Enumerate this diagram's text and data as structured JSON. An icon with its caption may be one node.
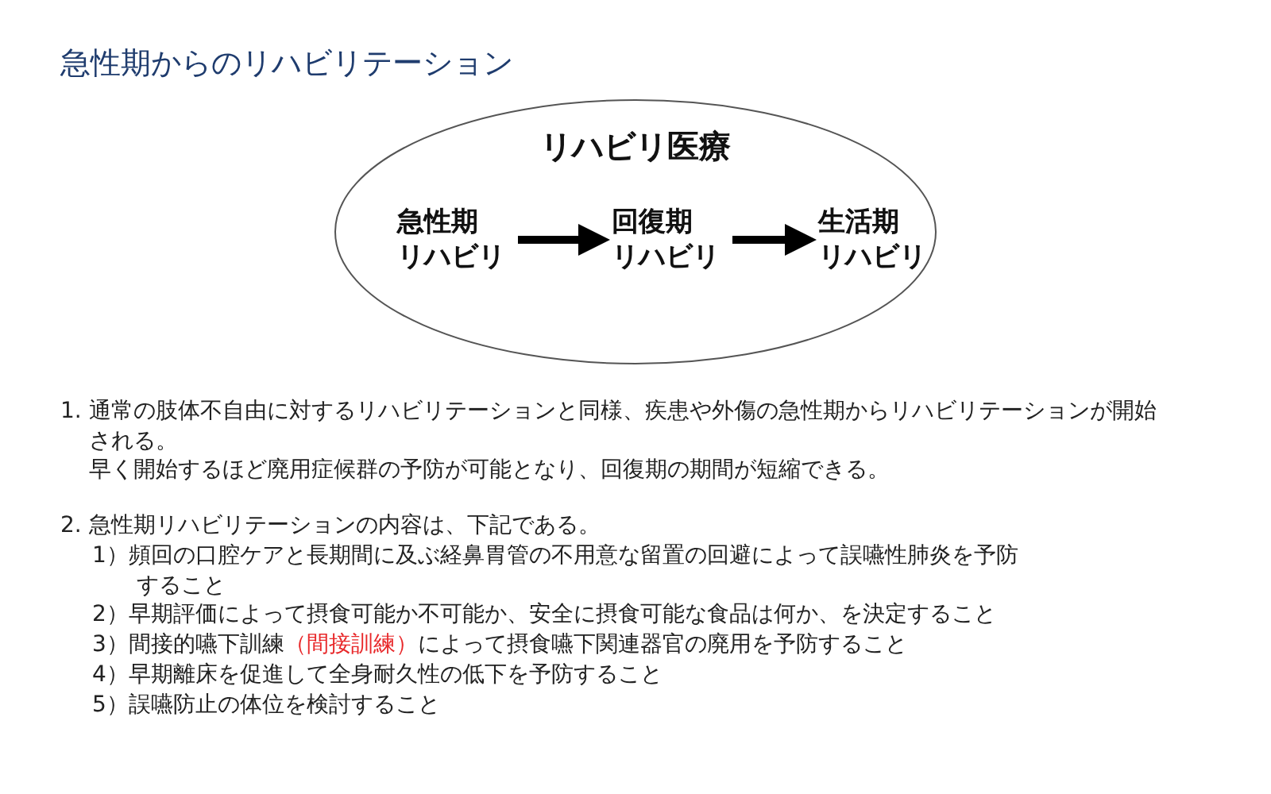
{
  "diagram": {
    "title": "急性期からのリハビリテーション",
    "nodes": [
      {
        "text": [
          "リハビリ医療"
        ]
      },
      {
        "text": [
          "急性期",
          "リハビリ"
        ],
        "in": 0
      },
      {
        "text": [
          "回復期",
          "リハビリ"
        ],
        "in": 0
      },
      {
        "text": [
          "生活期",
          "リハビリ"
        ],
        "in": 0
      }
    ],
    "edges": [
      {
        "from": 1,
        "to": 2,
        "arrow": "to"
      },
      {
        "from": 2,
        "to": 3,
        "arrow": "to"
      }
    ],
    "labels": [
      "1. 通常の肢体不自由に対するリハビリテーションと同様、疾患や外傷の急性期からリハビリテーションが開始される。",
      "早く開始するほど廃用症候群の予防が可能となり、回復期の期間が短縮できる。",
      "2. 急性期リハビリテーションの内容は、下記である。",
      "1）頻回の口腔ケアと長期間に及ぶ経鼻胃管の不用意な留置の回避によって誤嚥性肺炎を予防すること",
      "2）早期評価によって摂食可能か不可能か、安全に摂食可能な食品は何か、を決定すること",
      "3）間接的嚥下訓練",
      "（間接訓練）",
      "によって摂食嚥下関連器官の廃用を予防すること",
      "4）早期離床を促進して全身耐久性の低下を予防すること",
      "5）誤嚥防止の体位を検討すること"
    ]
  }
}
